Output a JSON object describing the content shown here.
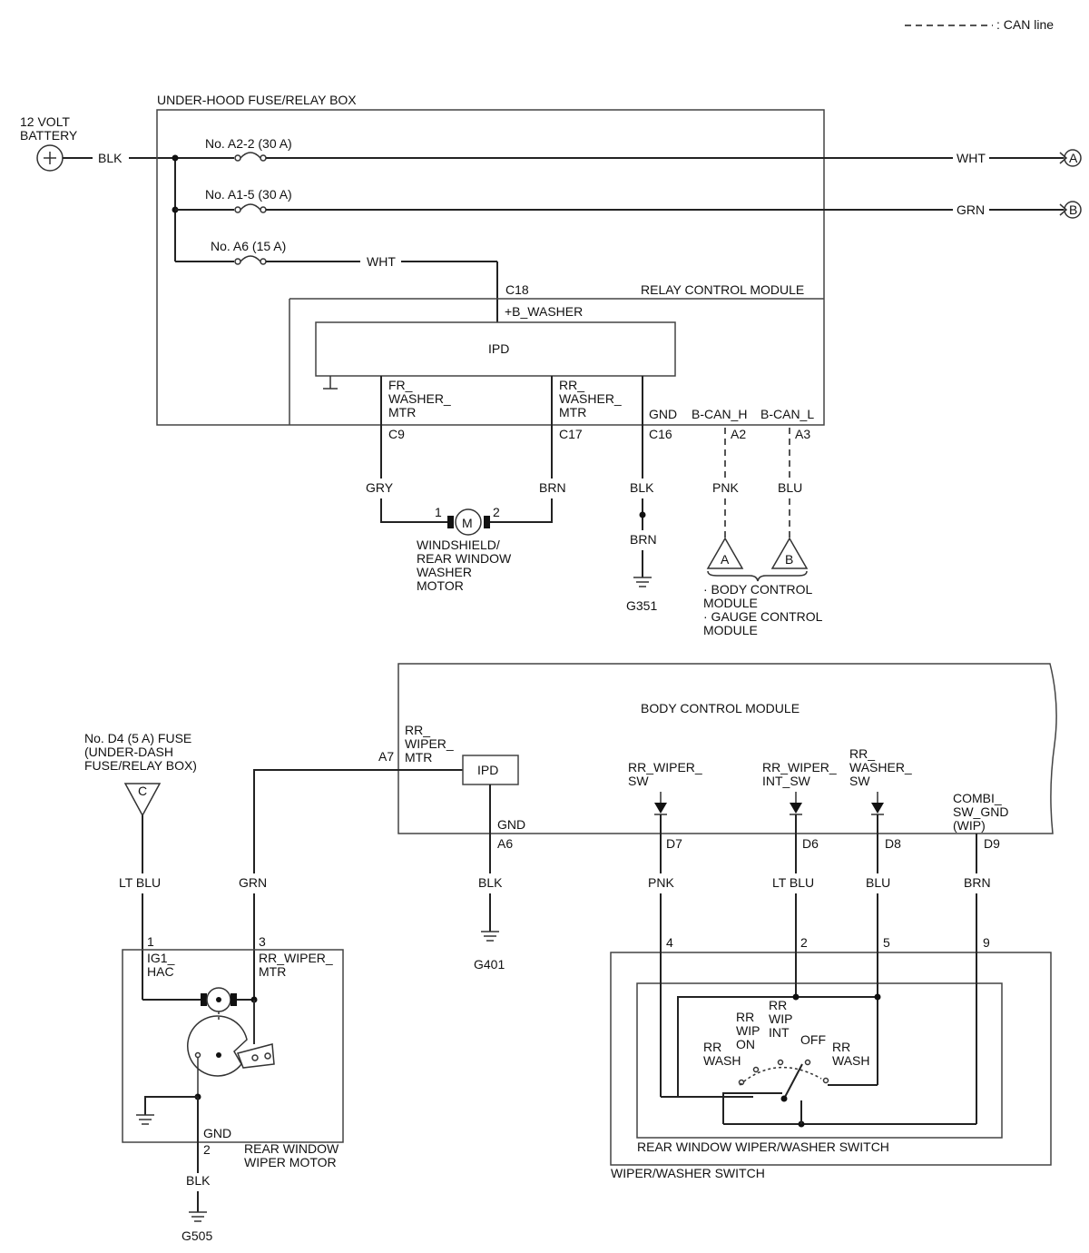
{
  "legend": {
    "text": ": CAN line"
  },
  "top": {
    "battery": "12 VOLT\nBATTERY",
    "fusebox": "UNDER-HOOD FUSE/RELAY BOX",
    "fuse_a22": "No. A2-2 (30 A)",
    "fuse_a15": "No. A1-5 (30 A)",
    "fuse_a6": "No. A6 (15 A)",
    "wire_blk": "BLK",
    "wire_wht_a": "WHT",
    "wire_grn_b": "GRN",
    "conn_a": "A",
    "conn_b": "B",
    "wire_wht_c18": "WHT",
    "c18": "C18",
    "rcm": "RELAY CONTROL MODULE",
    "b_washer": "+B_WASHER",
    "ipd": "IPD",
    "fr_washer": "FR_\nWASHER_\nMTR",
    "rr_washer": "RR_\nWASHER_\nMTR",
    "gnd": "GND",
    "bcan_h": "B-CAN_H",
    "bcan_l": "B-CAN_L",
    "c9": "C9",
    "c17": "C17",
    "c16": "C16",
    "a2": "A2",
    "a3": "A3",
    "gry": "GRY",
    "brn": "BRN",
    "blk": "BLK",
    "pnk": "PNK",
    "blu": "BLU",
    "brn2": "BRN",
    "pin1": "1",
    "pin2": "2",
    "motor_m": "M",
    "washer_motor": "WINDSHIELD/\nREAR WINDOW\nWASHER\nMOTOR",
    "g351": "G351",
    "tri_a": "A",
    "tri_b": "B",
    "modules": "· BODY CONTROL\nMODULE\n· GAUGE CONTROL\nMODULE"
  },
  "bottom": {
    "bcm": "BODY CONTROL MODULE",
    "fuse_d4": "No. D4 (5 A) FUSE\n(UNDER-DASH\nFUSE/RELAY BOX)",
    "tri_c": "C",
    "rr_wiper_mtr": "RR_\nWIPER_\nMTR",
    "a7": "A7",
    "ipd": "IPD",
    "gnd": "GND",
    "a6": "A6",
    "rr_wiper_sw": "RR_WIPER_\nSW",
    "rr_wiper_int_sw": "RR_WIPER_\nINT_SW",
    "rr_washer_sw": "RR_\nWASHER_\nSW",
    "combi": "COMBI_\nSW_GND\n(WIP)",
    "d7": "D7",
    "d6": "D6",
    "d8": "D8",
    "d9": "D9",
    "lt_blu": "LT BLU",
    "grn": "GRN",
    "blk": "BLK",
    "pnk": "PNK",
    "lt_blu2": "LT BLU",
    "blu": "BLU",
    "brn": "BRN",
    "pin_1": "1",
    "pin_3": "3",
    "ig1_hac": "IG1_\nHAC",
    "rr_wiper_mtr_pin": "RR_WIPER_\nMTR",
    "g401": "G401",
    "pin_4": "4",
    "pin_2": "2",
    "pin_5": "5",
    "pin_9": "9",
    "gnd2": "GND",
    "pin_2b": "2",
    "wiper_motor": "REAR WINDOW\nWIPER MOTOR",
    "blk2": "BLK",
    "g505": "G505",
    "rr_wash_l": "RR\nWASH",
    "rr_wip_on": "RR\nWIP\nON",
    "rr_wip_int": "RR\nWIP\nINT",
    "off": "OFF",
    "rr_wash_r": "RR\nWASH",
    "rr_switch": "REAR WINDOW WIPER/WASHER SWITCH",
    "ww_switch": "WIPER/WASHER SWITCH"
  }
}
